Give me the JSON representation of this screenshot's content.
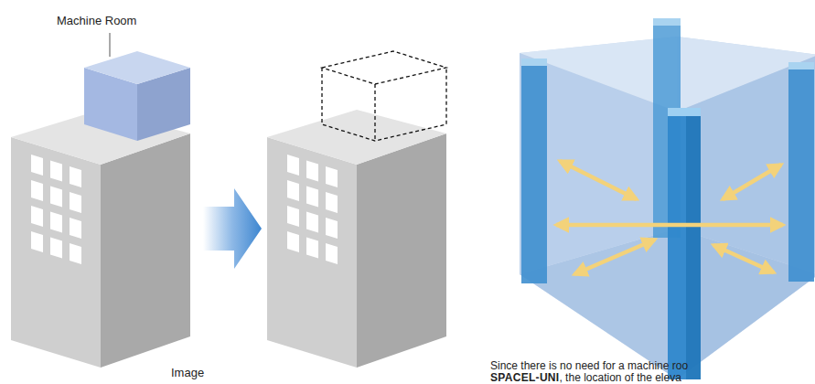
{
  "diagram": {
    "labels": [
      "Machine Room",
      "Image",
      "Since there is no need for a machine roo",
      "SPACEL-UNI",
      ", the location of the eleva"
    ]
  }
}
